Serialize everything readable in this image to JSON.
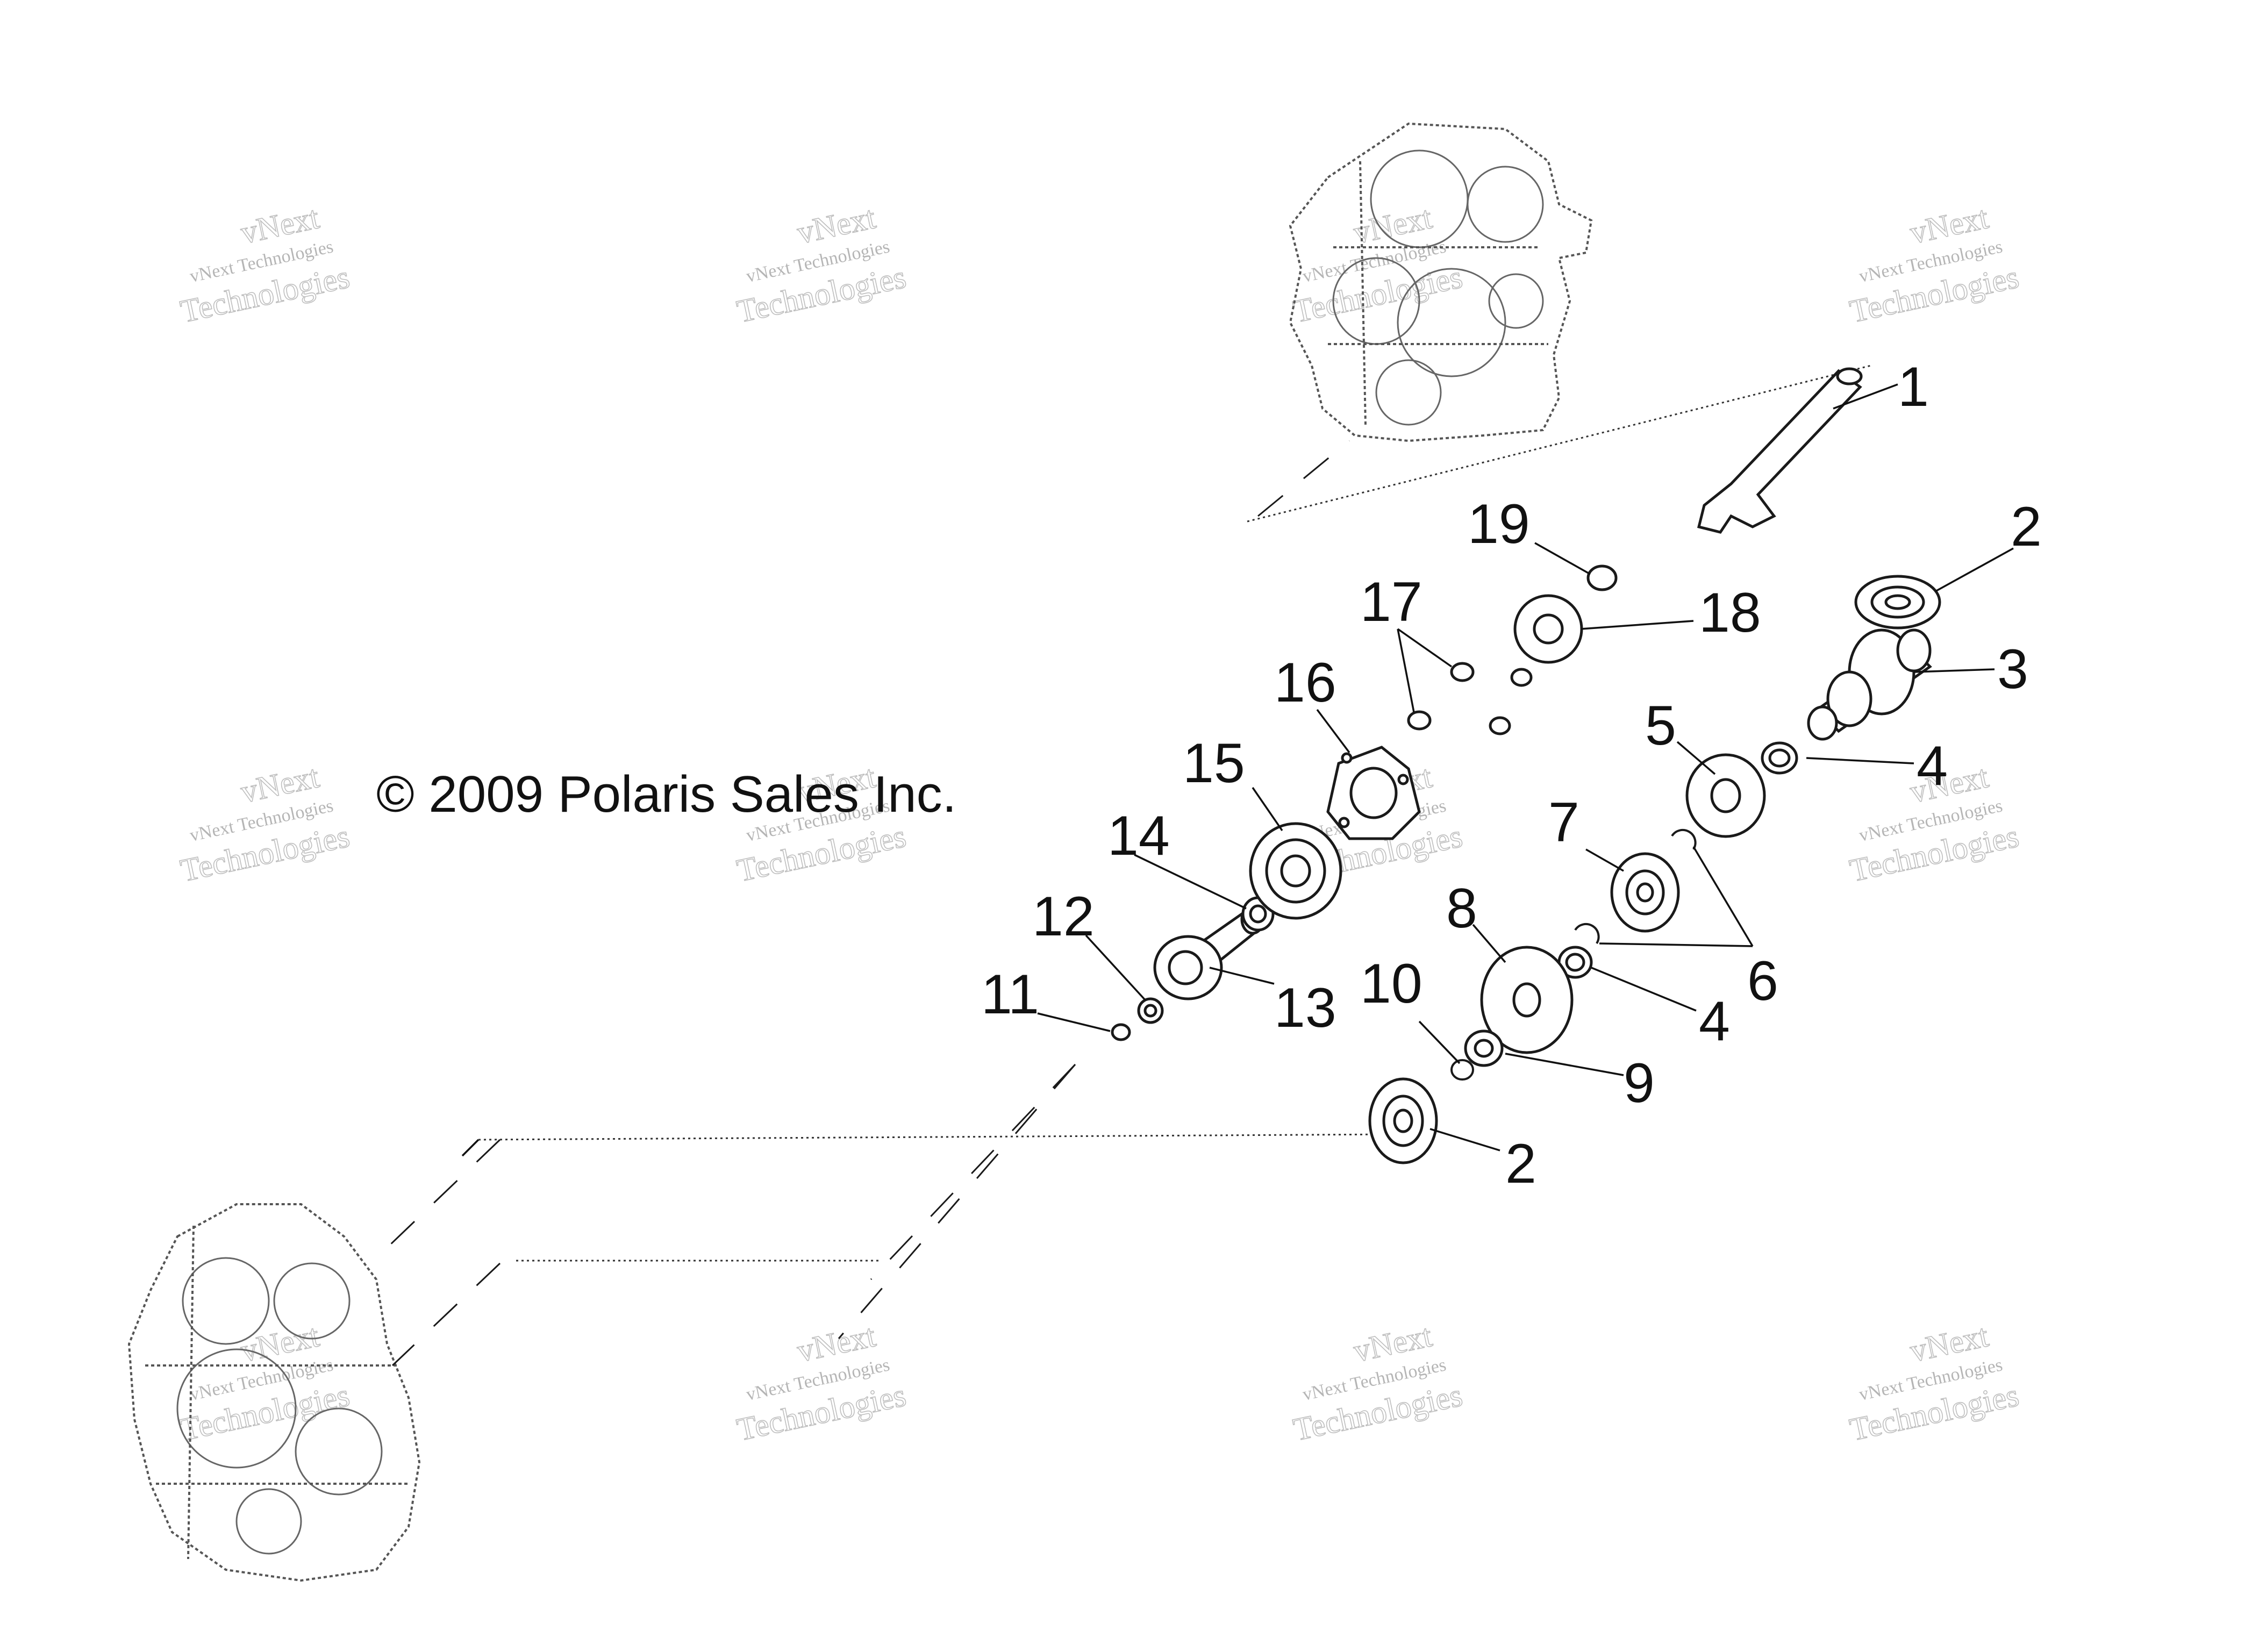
{
  "copyright": "© 2009 Polaris Sales Inc.",
  "watermark": {
    "line1": "vNext Technologies",
    "line2": "Technologies",
    "line3": "vNext"
  },
  "callouts": [
    "1",
    "2",
    "3",
    "4",
    "5",
    "6",
    "7",
    "8",
    "9",
    "10",
    "11",
    "12",
    "13",
    "14",
    "15",
    "16",
    "17",
    "18",
    "19"
  ],
  "colors": {
    "ink": "#111111",
    "watermark": "#7a7a7a",
    "background": "#ffffff"
  }
}
